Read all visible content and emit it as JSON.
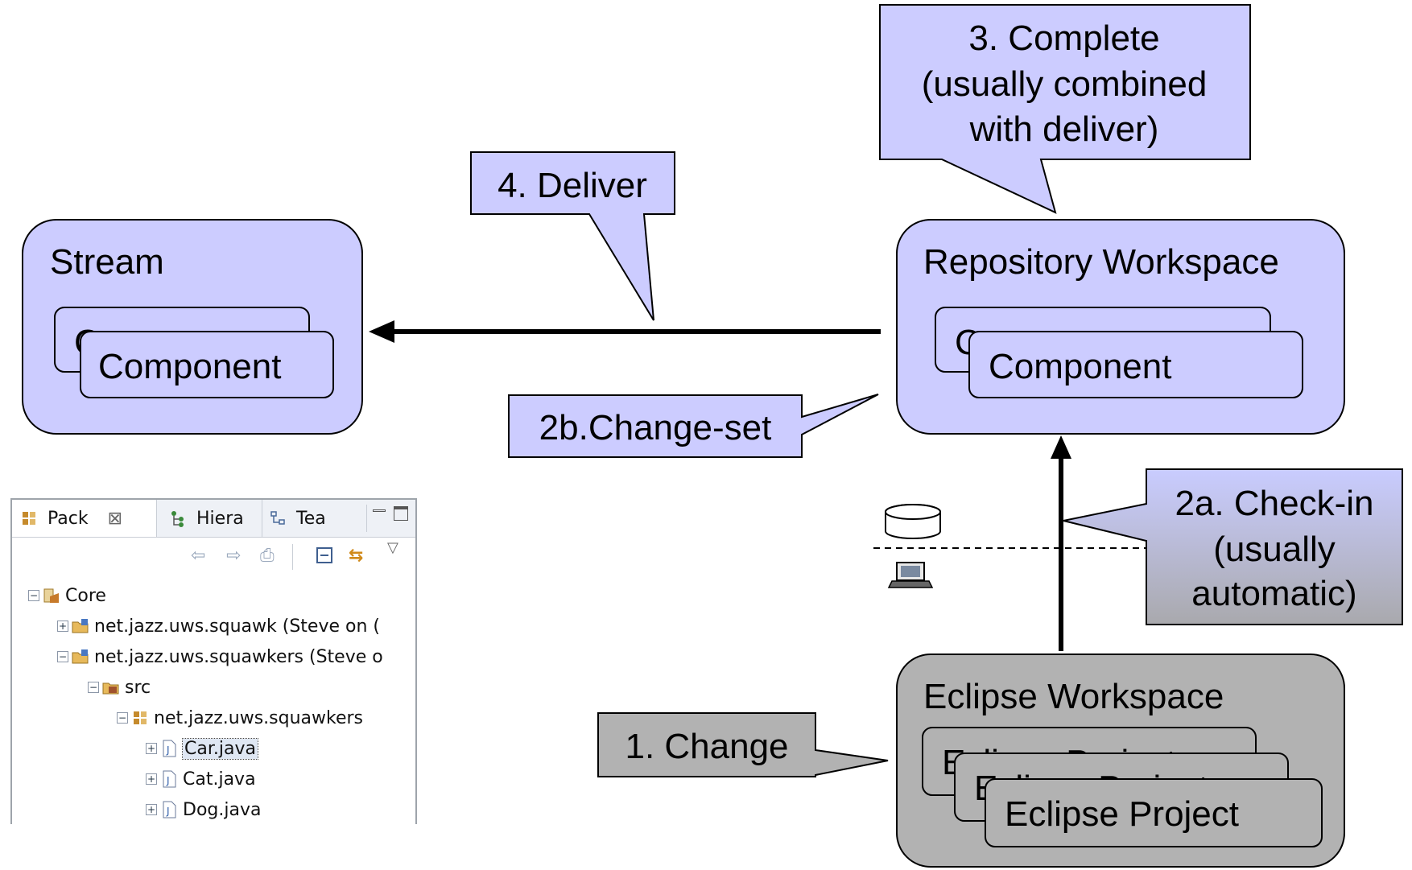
{
  "nodes": {
    "stream": {
      "title": "Stream",
      "component_back": "Component",
      "component_front": "Component"
    },
    "repository": {
      "title": "Repository Workspace",
      "component_back": "Component",
      "component_front": "Component"
    },
    "eclipse": {
      "title": "Eclipse Workspace",
      "project_1": "Eclipse Project",
      "project_2": "Eclipse Project",
      "project_3": "Eclipse Project"
    }
  },
  "callouts": {
    "complete": {
      "line1": "3. Complete",
      "line2": "(usually combined",
      "line3": "with deliver)"
    },
    "deliver": "4. Deliver",
    "changeset": "2b.Change-set",
    "checkin": {
      "line1": "2a. Check-in",
      "line2": "(usually",
      "line3": "automatic)"
    },
    "change": "1. Change"
  },
  "colors": {
    "node_blue": "#ccccff",
    "node_gray": "#b2b2b2",
    "callout_blue": "#ccccff",
    "callout_gray": "#b2b2b2"
  },
  "explorer": {
    "tabs": [
      {
        "label": "Pack",
        "icon": "package-icon"
      },
      {
        "label": "Hiera",
        "icon": "hierarchy-icon"
      },
      {
        "label": "Tea",
        "icon": "team-icon"
      }
    ],
    "close_glyph": "⊠",
    "tree": [
      {
        "label": "Core"
      },
      {
        "label": "net.jazz.uws.squawk (Steve on ("
      },
      {
        "label": "net.jazz.uws.squawkers (Steve o"
      },
      {
        "label": "src"
      },
      {
        "label": "net.jazz.uws.squawkers"
      },
      {
        "label": "Car.java"
      },
      {
        "label": "Cat.java"
      },
      {
        "label": "Dog.java"
      }
    ]
  }
}
